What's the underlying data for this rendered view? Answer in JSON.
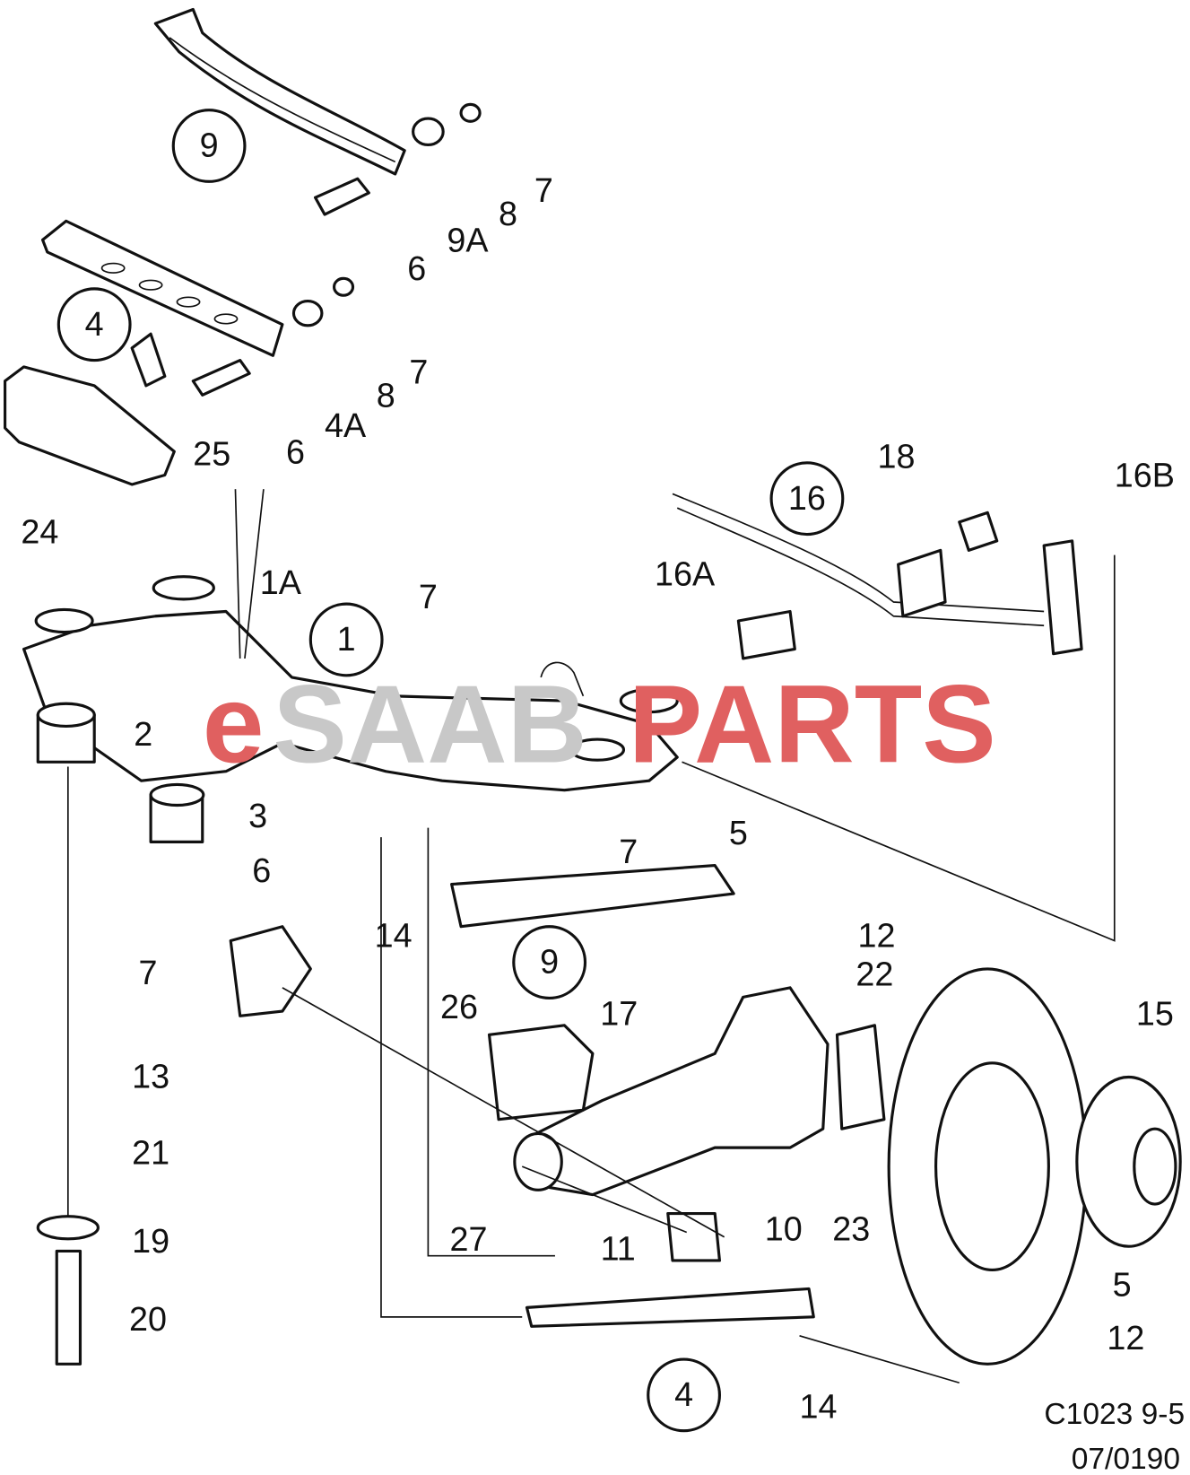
{
  "diagram": {
    "title_code": "C1023 9-5",
    "revision": "07/0190",
    "watermark": {
      "logo_text": "eSAABPARTS",
      "accent": "#e06060"
    },
    "circled_labels": [
      "9",
      "4",
      "1",
      "16",
      "9",
      "4"
    ],
    "callouts": [
      "7",
      "8",
      "9A",
      "6",
      "7",
      "8",
      "4A",
      "6",
      "25",
      "24",
      "1A",
      "7",
      "18",
      "16B",
      "16A",
      "2",
      "3",
      "6",
      "7",
      "5",
      "12",
      "14",
      "7",
      "22",
      "15",
      "26",
      "17",
      "13",
      "21",
      "10",
      "23",
      "27",
      "11",
      "19",
      "20",
      "5",
      "12",
      "14"
    ]
  }
}
